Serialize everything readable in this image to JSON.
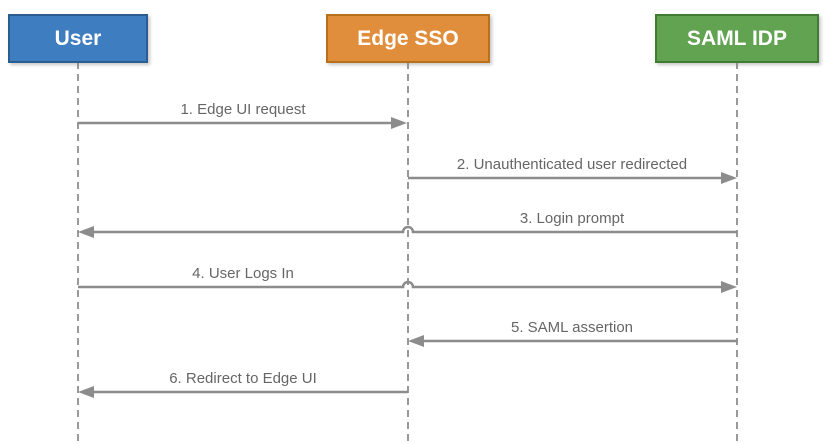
{
  "diagram": {
    "type": "sequence-diagram",
    "actors": [
      {
        "id": "user",
        "label": "User",
        "fill": "#3E7DBF",
        "border": "#2B5D8E",
        "text_color": "#FFFFFF"
      },
      {
        "id": "edge-sso",
        "label": "Edge SSO",
        "fill": "#E08E3B",
        "border": "#B8701D",
        "text_color": "#FFFFFF"
      },
      {
        "id": "saml-idp",
        "label": "SAML IDP",
        "fill": "#61A350",
        "border": "#417C33",
        "text_color": "#FFFFFF"
      }
    ],
    "messages": [
      {
        "seq": 1,
        "label": "1. Edge UI request",
        "from": "User",
        "to": "Edge SSO",
        "direction": "right"
      },
      {
        "seq": 2,
        "label": "2. Unauthenticated user redirected",
        "from": "Edge SSO",
        "to": "SAML IDP",
        "direction": "right"
      },
      {
        "seq": 3,
        "label": "3. Login prompt",
        "from": "SAML IDP",
        "to": "User",
        "direction": "left"
      },
      {
        "seq": 4,
        "label": "4. User Logs In",
        "from": "User",
        "to": "SAML IDP",
        "direction": "right"
      },
      {
        "seq": 5,
        "label": "5. SAML assertion",
        "from": "SAML IDP",
        "to": "Edge SSO",
        "direction": "left"
      },
      {
        "seq": 6,
        "label": "6. Redirect to Edge UI",
        "from": "Edge SSO",
        "to": "User",
        "direction": "left"
      }
    ],
    "colors": {
      "arrow": "#8C8C8C",
      "lifeline": "#999999",
      "message_text": "#666666"
    }
  }
}
